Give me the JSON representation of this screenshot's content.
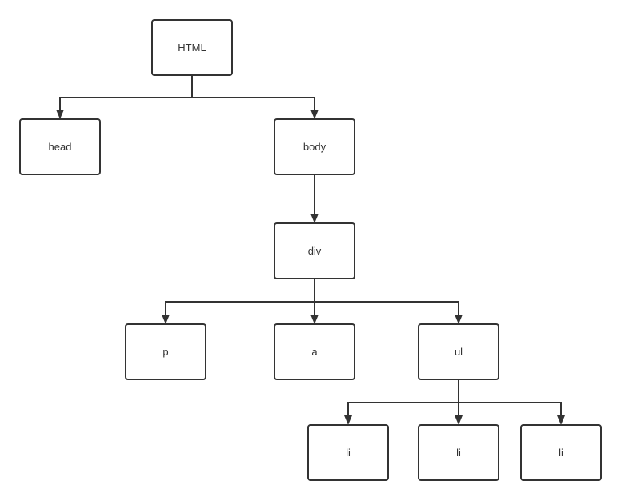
{
  "diagram": {
    "nodes": [
      {
        "id": "html",
        "label": "HTML",
        "parent": null
      },
      {
        "id": "head",
        "label": "head",
        "parent": "html"
      },
      {
        "id": "body",
        "label": "body",
        "parent": "html"
      },
      {
        "id": "div",
        "label": "div",
        "parent": "body"
      },
      {
        "id": "p",
        "label": "p",
        "parent": "div"
      },
      {
        "id": "a",
        "label": "a",
        "parent": "div"
      },
      {
        "id": "ul",
        "label": "ul",
        "parent": "div"
      },
      {
        "id": "li1",
        "label": "li",
        "parent": "ul"
      },
      {
        "id": "li2",
        "label": "li",
        "parent": "ul"
      },
      {
        "id": "li3",
        "label": "li",
        "parent": "ul"
      }
    ],
    "colors": {
      "stroke": "#333333",
      "fill": "#ffffff",
      "text": "#333333"
    }
  }
}
